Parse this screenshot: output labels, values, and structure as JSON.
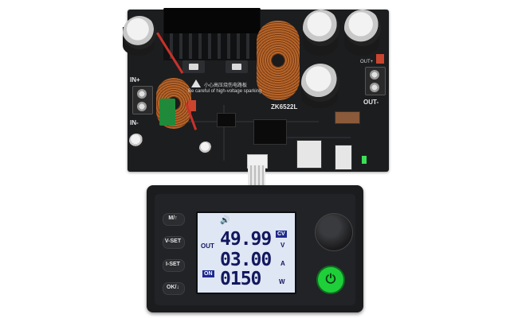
{
  "board": {
    "model": "ZK6522L",
    "warning_cn": "小心高压烧伤电路板",
    "warning_en": "Be careful of high-voltage sparking",
    "in_plus": "IN+",
    "in_minus": "IN-",
    "out_plus": "OUT+",
    "out_minus": "OUT-"
  },
  "controller": {
    "buttons": [
      {
        "label": "M/↑"
      },
      {
        "label": "V-SET"
      },
      {
        "label": "I-SET"
      },
      {
        "label": "OK/↓"
      }
    ],
    "display": {
      "speaker": "🔊",
      "out_label": "OUT",
      "voltage": "49.99",
      "voltage_unit": "V",
      "mode": "CV",
      "current": "03.00",
      "current_unit": "A",
      "on_badge": "ON",
      "power": "0150",
      "power_unit": "W"
    },
    "power_icon": "⏻"
  },
  "colors": {
    "pcb": "#1c1d1f",
    "lcd_background": "#dfe6f4",
    "lcd_segments": "#12185e",
    "power_button": "#1fcf3a"
  }
}
